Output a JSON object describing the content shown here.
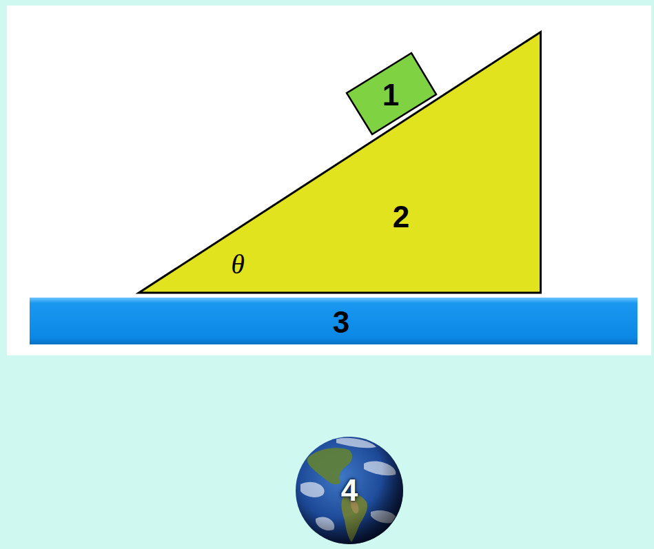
{
  "diagram": {
    "nodes": [
      {
        "text": [
          "1"
        ]
      },
      {
        "text": [
          "2"
        ]
      },
      {
        "text": [
          "3"
        ]
      },
      {
        "text": [
          "4"
        ]
      }
    ],
    "labels": [
      "θ"
    ]
  }
}
